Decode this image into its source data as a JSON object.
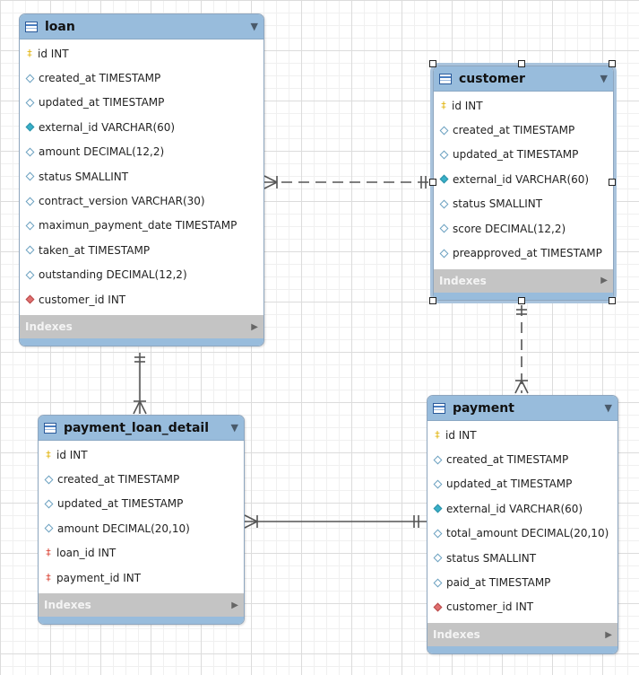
{
  "tables": {
    "loan": {
      "name": "loan",
      "columns": [
        {
          "text": "id INT",
          "icon": "key-icon"
        },
        {
          "text": "created_at TIMESTAMP",
          "icon": "column-icon"
        },
        {
          "text": "updated_at TIMESTAMP",
          "icon": "column-icon"
        },
        {
          "text": "external_id VARCHAR(60)",
          "icon": "unique-column-icon"
        },
        {
          "text": "amount DECIMAL(12,2)",
          "icon": "column-icon"
        },
        {
          "text": "status SMALLINT",
          "icon": "column-icon"
        },
        {
          "text": "contract_version VARCHAR(30)",
          "icon": "column-icon"
        },
        {
          "text": "maximun_payment_date TIMESTAMP",
          "icon": "column-icon"
        },
        {
          "text": "taken_at TIMESTAMP",
          "icon": "column-icon"
        },
        {
          "text": "outstanding DECIMAL(12,2)",
          "icon": "column-icon"
        },
        {
          "text": "customer_id INT",
          "icon": "foreign-key-icon"
        }
      ],
      "indexes_label": "Indexes"
    },
    "customer": {
      "name": "customer",
      "columns": [
        {
          "text": "id INT",
          "icon": "key-icon"
        },
        {
          "text": "created_at TIMESTAMP",
          "icon": "column-icon"
        },
        {
          "text": "updated_at TIMESTAMP",
          "icon": "column-icon"
        },
        {
          "text": "external_id VARCHAR(60)",
          "icon": "unique-column-icon"
        },
        {
          "text": "status SMALLINT",
          "icon": "column-icon"
        },
        {
          "text": "score DECIMAL(12,2)",
          "icon": "column-icon"
        },
        {
          "text": "preapproved_at TIMESTAMP",
          "icon": "column-icon"
        }
      ],
      "indexes_label": "Indexes"
    },
    "payment_loan_detail": {
      "name": "payment_loan_detail",
      "columns": [
        {
          "text": "id INT",
          "icon": "key-icon"
        },
        {
          "text": "created_at TIMESTAMP",
          "icon": "column-icon"
        },
        {
          "text": "updated_at TIMESTAMP",
          "icon": "column-icon"
        },
        {
          "text": "amount DECIMAL(20,10)",
          "icon": "column-icon"
        },
        {
          "text": "loan_id INT",
          "icon": "foreign-key-part-icon"
        },
        {
          "text": "payment_id INT",
          "icon": "foreign-key-part-icon"
        }
      ],
      "indexes_label": "Indexes"
    },
    "payment": {
      "name": "payment",
      "columns": [
        {
          "text": "id INT",
          "icon": "key-icon"
        },
        {
          "text": "created_at TIMESTAMP",
          "icon": "column-icon"
        },
        {
          "text": "updated_at TIMESTAMP",
          "icon": "column-icon"
        },
        {
          "text": "external_id VARCHAR(60)",
          "icon": "unique-column-icon"
        },
        {
          "text": "total_amount DECIMAL(20,10)",
          "icon": "column-icon"
        },
        {
          "text": "status SMALLINT",
          "icon": "column-icon"
        },
        {
          "text": "paid_at TIMESTAMP",
          "icon": "column-icon"
        },
        {
          "text": "customer_id INT",
          "icon": "foreign-key-icon"
        }
      ],
      "indexes_label": "Indexes"
    }
  },
  "colors": {
    "header": "#98bcdc",
    "indexes_bar": "#c4c4c4",
    "relationship_line": "#555555",
    "primary_key": "#e0b000",
    "unique_column": "#38b0c8",
    "foreign_key": "#e07070"
  }
}
